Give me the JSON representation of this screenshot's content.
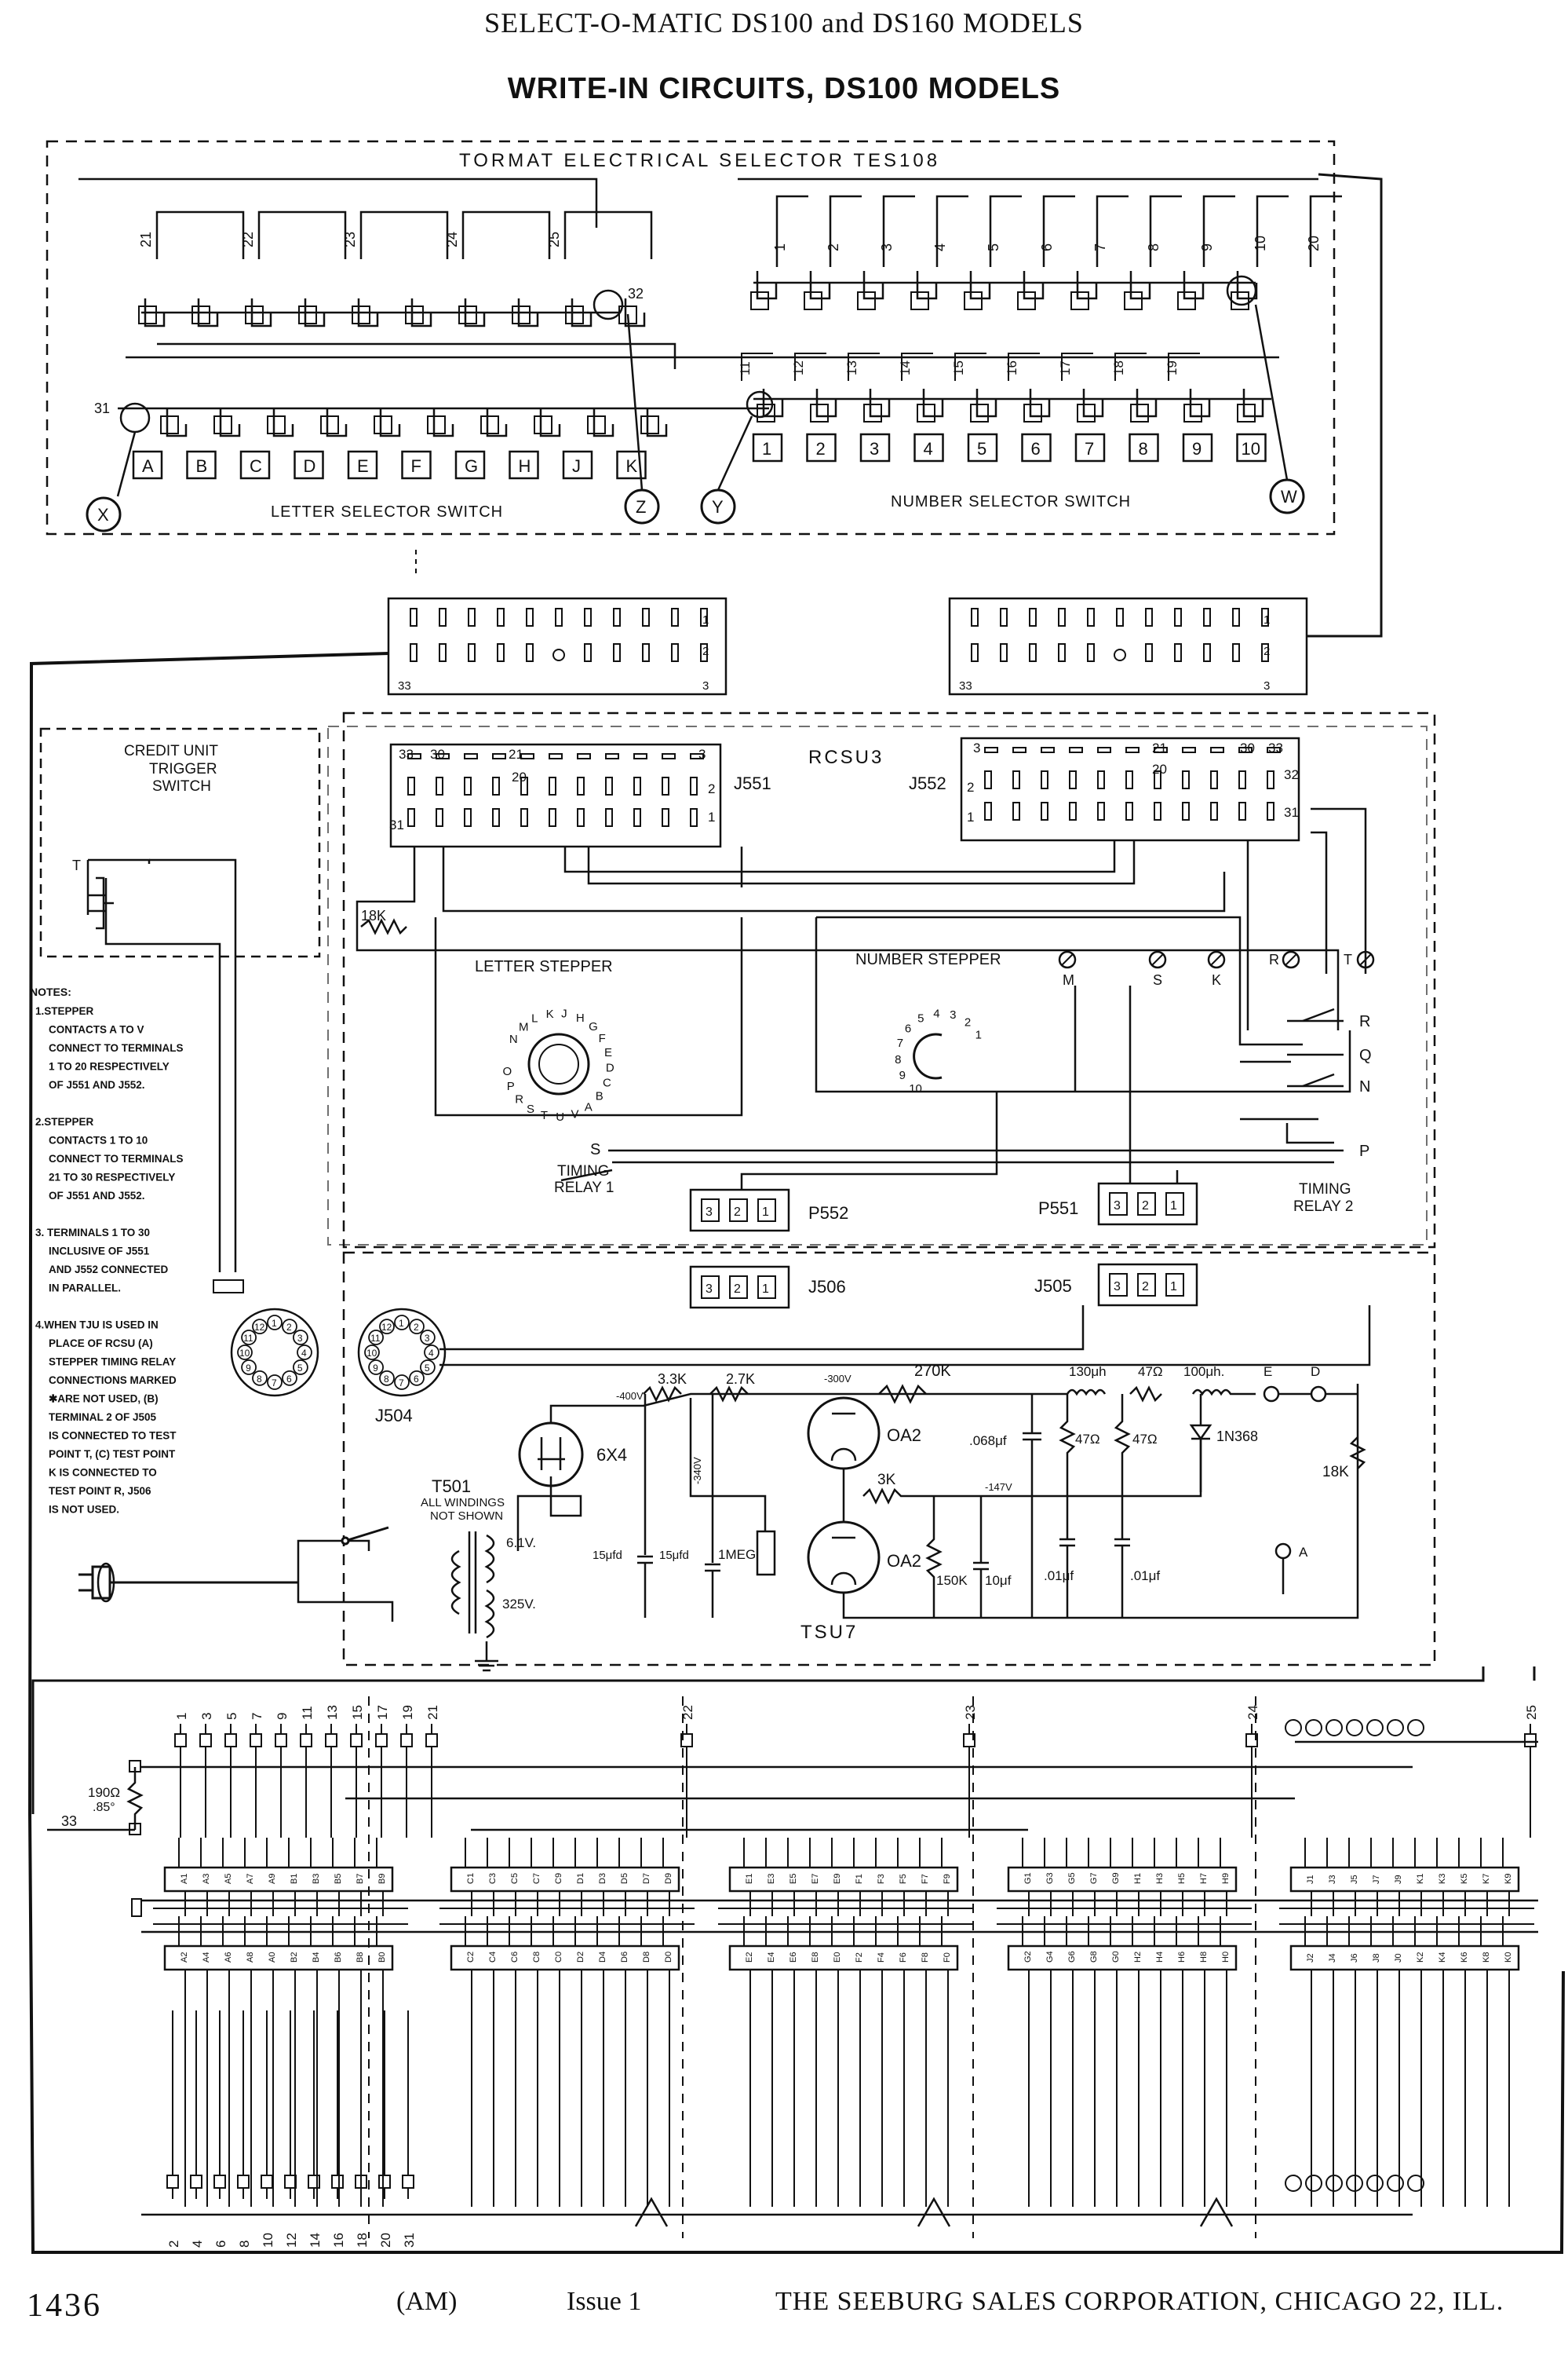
{
  "header": {
    "title": "SELECT-O-MATIC DS100 and DS160 MODELS",
    "subtitle": "WRITE-IN CIRCUITS, DS100 MODELS"
  },
  "selector": {
    "title": "TORMAT ELECTRICAL SELECTOR TES108",
    "letter_switch_label": "LETTER SELECTOR SWITCH",
    "number_switch_label": "NUMBER SELECTOR SWITCH",
    "letters": [
      "A",
      "B",
      "C",
      "D",
      "E",
      "F",
      "G",
      "H",
      "J",
      "K"
    ],
    "numbers": [
      "1",
      "2",
      "3",
      "4",
      "5",
      "6",
      "7",
      "8",
      "9",
      "10"
    ],
    "letter_top_numbers": [
      "21",
      "22",
      "23",
      "24",
      "25"
    ],
    "number_top_numbers": [
      "1",
      "2",
      "3",
      "4",
      "5",
      "6",
      "7",
      "8",
      "9",
      "10",
      "20"
    ],
    "number_mid_numbers": [
      "11",
      "12",
      "13",
      "14",
      "15",
      "16",
      "17",
      "18",
      "19"
    ],
    "markers": [
      "X",
      "Z",
      "Y",
      "W"
    ],
    "pin_31": "31",
    "pin_32": "32"
  },
  "connectors": {
    "left_plug": {
      "pins": [
        "1",
        "2",
        "3",
        "33"
      ]
    },
    "right_plug": {
      "pins": [
        "1",
        "2",
        "3",
        "33"
      ]
    }
  },
  "credit_unit": {
    "label": "CREDIT UNIT TRIGGER SWITCH",
    "lines": [
      "CREDIT UNIT",
      "TRIGGER",
      "SWITCH"
    ],
    "terminal": "T"
  },
  "notes": {
    "heading": "NOTES:",
    "lines": [
      "1.STEPPER",
      "CONTACTS A TO V",
      "CONNECT TO TERMINALS",
      "1 TO 20 RESPECTIVELY",
      "OF J551 AND J552.",
      "",
      "2.STEPPER",
      "CONTACTS 1 TO 10",
      "CONNECT TO TERMINALS",
      "21 TO 30 RESPECTIVELY",
      "OF J551 AND J552.",
      "",
      "3. TERMINALS 1 TO 30",
      "INCLUSIVE OF J551",
      "AND J552 CONNECTED",
      "IN PARALLEL.",
      "",
      "4.WHEN TJU IS USED IN",
      "PLACE OF RCSU (A)",
      "STEPPER TIMING RELAY",
      "CONNECTIONS MARKED",
      "✱ARE NOT USED, (B)",
      "TERMINAL 2 OF J505",
      "IS CONNECTED TO TEST",
      "POINT T, (C) TEST POINT",
      "K IS CONNECTED TO",
      "TEST POINT R, J506",
      "IS NOT USED."
    ]
  },
  "rcsu": {
    "label": "RCSU3",
    "j551": "J551",
    "j552": "J552",
    "resistor_18k": "18K",
    "letter_stepper": "LETTER STEPPER",
    "number_stepper": "NUMBER STEPPER",
    "letter_contacts": [
      "N",
      "M",
      "L",
      "K",
      "J",
      "H",
      "G",
      "F",
      "E",
      "D",
      "C",
      "B",
      "A",
      "V",
      "U",
      "T",
      "S",
      "R",
      "P",
      "O"
    ],
    "number_contacts": [
      "1",
      "2",
      "3",
      "4",
      "5",
      "6",
      "7",
      "8",
      "9",
      "10"
    ],
    "test_points": [
      "M",
      "S",
      "K",
      "R",
      "T"
    ],
    "relay_contacts": [
      "R",
      "Q",
      "N",
      "P"
    ],
    "contact_s": "S",
    "timing_relay_1": [
      "TIMING",
      "RELAY 1"
    ],
    "timing_relay_2": [
      "TIMING",
      "RELAY 2"
    ],
    "p552": "P552",
    "p551": "P551",
    "plug_pins": [
      "3",
      "2",
      "1"
    ],
    "pin_labels": {
      "t33": "33",
      "t30": "30",
      "t21": "21",
      "t20": "20",
      "t3": "3",
      "t2": "2",
      "t1": "1",
      "t31": "31",
      "t32": "32"
    }
  },
  "tsu": {
    "label": "TSU7",
    "j506": "J506",
    "j505": "J505",
    "j504": "J504",
    "t501": "T501",
    "windings_note": [
      "ALL WINDINGS",
      "NOT SHOWN"
    ],
    "v_61": "6.1V.",
    "v_325": "325V.",
    "tube_6x4": "6X4",
    "tube_oa2_a": "OA2",
    "tube_oa2_b": "OA2",
    "v_neg400": "-400V",
    "v_neg340": "-340V",
    "v_neg300": "-300V",
    "v_neg147": "-147V",
    "r_33k": "3.3K",
    "r_27k": "2.7K",
    "r_270k": "270K",
    "r_3k": "3K",
    "r_150k": "150K",
    "r_1meg": "1MEG",
    "r_47a": "47Ω",
    "r_47b": "47Ω",
    "r_47c": "47Ω",
    "r_18k": "18K",
    "c_15a": "15μfd",
    "c_15b": "15μfd",
    "c_068": ".068μf",
    "c_10": "10μf",
    "c_01a": ".01μf",
    "c_01b": ".01μf",
    "l_130": "130μh",
    "l_100": "100μh.",
    "diode": "1N368",
    "tp_e": "E",
    "tp_d": "D",
    "tp_a": "A",
    "octal_pins": [
      "1",
      "2",
      "3",
      "4",
      "5",
      "6",
      "7",
      "8",
      "9",
      "10",
      "11",
      "12"
    ]
  },
  "matrix": {
    "top_numbers": [
      "1",
      "3",
      "5",
      "7",
      "9",
      "11",
      "13",
      "15",
      "17",
      "19",
      "21",
      "22",
      "23",
      "24",
      "25"
    ],
    "bottom_numbers": [
      "2",
      "4",
      "6",
      "8",
      "10",
      "12",
      "14",
      "16",
      "18",
      "20",
      "31"
    ],
    "resistor": [
      "190Ω",
      ".85°"
    ],
    "pin_33": "33",
    "boards": [
      {
        "top": [
          "A1",
          "A3",
          "A5",
          "A7",
          "A9",
          "B1",
          "B3",
          "B5",
          "B7",
          "B9"
        ],
        "bottom": [
          "A2",
          "A4",
          "A6",
          "A8",
          "A0",
          "B2",
          "B4",
          "B6",
          "B8",
          "B0"
        ]
      },
      {
        "top": [
          "C1",
          "C3",
          "C5",
          "C7",
          "C9",
          "D1",
          "D3",
          "D5",
          "D7",
          "D9"
        ],
        "bottom": [
          "C2",
          "C4",
          "C6",
          "C8",
          "C0",
          "D2",
          "D4",
          "D6",
          "D8",
          "D0"
        ]
      },
      {
        "top": [
          "E1",
          "E3",
          "E5",
          "E7",
          "E9",
          "F1",
          "F3",
          "F5",
          "F7",
          "F9"
        ],
        "bottom": [
          "E2",
          "E4",
          "E6",
          "E8",
          "E0",
          "F2",
          "F4",
          "F6",
          "F8",
          "F0"
        ]
      },
      {
        "top": [
          "G1",
          "G3",
          "G5",
          "G7",
          "G9",
          "H1",
          "H3",
          "H5",
          "H7",
          "H9"
        ],
        "bottom": [
          "G2",
          "G4",
          "G6",
          "G8",
          "G0",
          "H2",
          "H4",
          "H6",
          "H8",
          "H0"
        ]
      },
      {
        "top": [
          "J1",
          "J3",
          "J5",
          "J7",
          "J9",
          "K1",
          "K3",
          "K5",
          "K7",
          "K9"
        ],
        "bottom": [
          "J2",
          "J4",
          "J6",
          "J8",
          "J0",
          "K2",
          "K4",
          "K6",
          "K8",
          "K0"
        ]
      }
    ]
  },
  "footer": {
    "page_number": "1436",
    "code": "(AM)",
    "issue": "Issue 1",
    "company": "THE SEEBURG SALES CORPORATION, CHICAGO 22, ILL."
  }
}
